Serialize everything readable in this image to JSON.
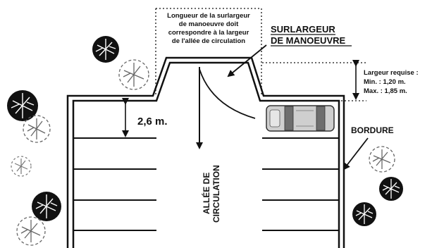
{
  "top_note": {
    "line1": "Longueur de la surlargeur",
    "line2": "de manoeuvre doit",
    "line3": "correspondre à la largeur",
    "line4": "de l'allée de circulation"
  },
  "surlargeur": {
    "line1": "SURLARGEUR",
    "line2": "DE MANOEUVRE"
  },
  "largeur": {
    "line1": "Largeur requise :",
    "line2": "Min. : 1,20 m.",
    "line3": "Max. : 1,85 m."
  },
  "stall_depth": "2,6 m.",
  "aisle": {
    "line1": "ALLÉE DE",
    "line2": "CIRCULATION"
  },
  "bordure": "BORDURE",
  "colors": {
    "ink": "#111111",
    "car_body": "#cfcfcf",
    "car_stripe": "#6e6e6e"
  },
  "icons": [
    "tree-icon",
    "car-icon",
    "arrow-icon"
  ]
}
